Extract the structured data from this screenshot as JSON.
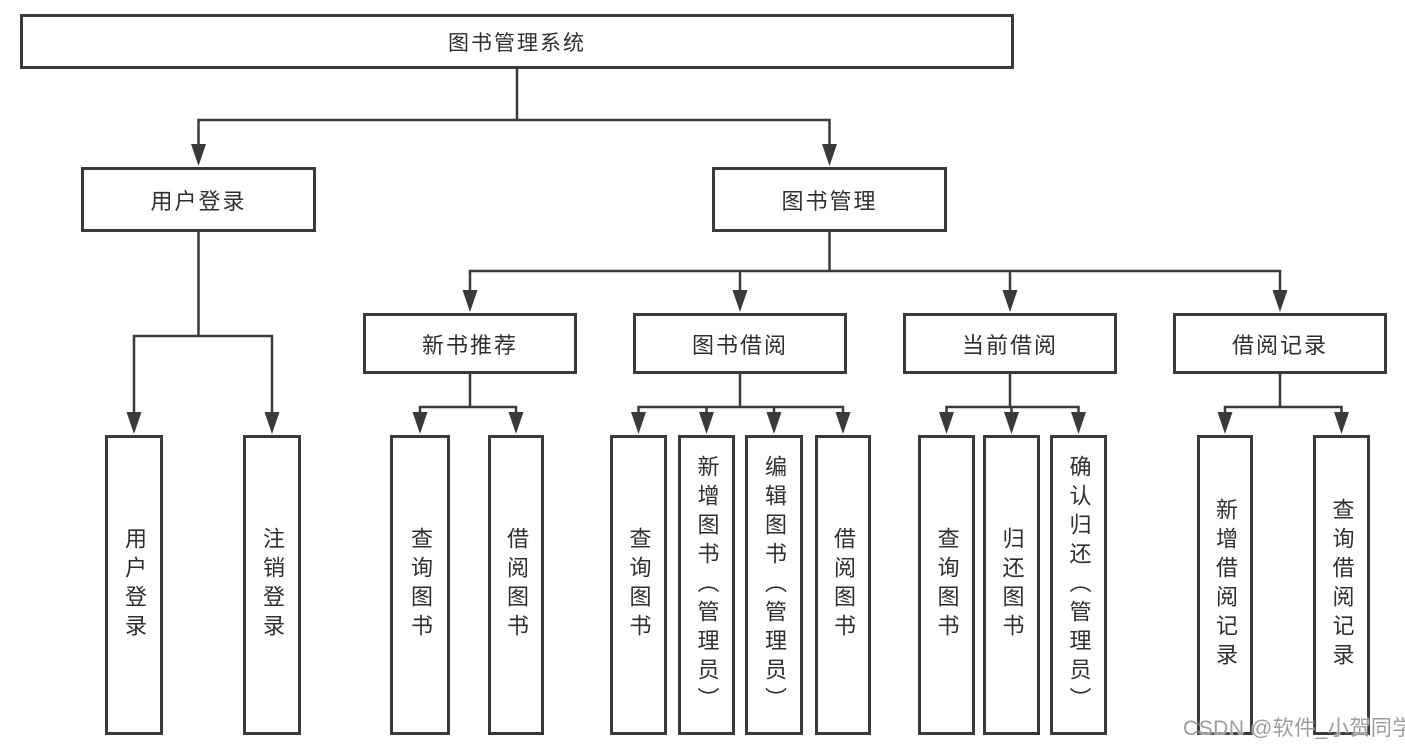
{
  "diagram": {
    "type": "hierarchy-diagram",
    "title": "图书管理系统",
    "watermark": "CSDN @软件_小贺同学",
    "colors": {
      "line": "#3a3a3a",
      "box_border": "#3a3a3a",
      "box_fill": "#ffffff",
      "text": "#2f2f2f",
      "background": "#ffffff",
      "watermark": "#9c9c9c"
    },
    "nodes": {
      "root": {
        "label": "图书管理系统"
      },
      "user-login": {
        "label": "用户登录"
      },
      "book-management": {
        "label": "图书管理"
      },
      "new-book-recommend": {
        "label": "新书推荐"
      },
      "book-borrow": {
        "label": "图书借阅"
      },
      "current-borrow": {
        "label": "当前借阅"
      },
      "borrow-records": {
        "label": "借阅记录"
      },
      "leaf-user-login": {
        "label": "用户登录"
      },
      "leaf-logout": {
        "label": "注销登录"
      },
      "leaf-query-book-1": {
        "label": "查询图书"
      },
      "leaf-borrow-book-1": {
        "label": "借阅图书"
      },
      "leaf-query-book-2": {
        "label": "查询图书"
      },
      "leaf-add-book": {
        "label": "新增图书（管理员）"
      },
      "leaf-edit-book": {
        "label": "编辑图书（管理员）"
      },
      "leaf-borrow-book-2": {
        "label": "借阅图书"
      },
      "leaf-query-book-3": {
        "label": "查询图书"
      },
      "leaf-return-book": {
        "label": "归还图书"
      },
      "leaf-confirm-return": {
        "label": "确认归还（管理员）"
      },
      "leaf-add-borrow-record": {
        "label": "新增借阅记录"
      },
      "leaf-query-borrow-record": {
        "label": "查询借阅记录"
      }
    },
    "edges": [
      [
        "root",
        "user-login"
      ],
      [
        "root",
        "book-management"
      ],
      [
        "user-login",
        "leaf-user-login"
      ],
      [
        "user-login",
        "leaf-logout"
      ],
      [
        "book-management",
        "new-book-recommend"
      ],
      [
        "book-management",
        "book-borrow"
      ],
      [
        "book-management",
        "current-borrow"
      ],
      [
        "book-management",
        "borrow-records"
      ],
      [
        "new-book-recommend",
        "leaf-query-book-1"
      ],
      [
        "new-book-recommend",
        "leaf-borrow-book-1"
      ],
      [
        "book-borrow",
        "leaf-query-book-2"
      ],
      [
        "book-borrow",
        "leaf-add-book"
      ],
      [
        "book-borrow",
        "leaf-edit-book"
      ],
      [
        "book-borrow",
        "leaf-borrow-book-2"
      ],
      [
        "current-borrow",
        "leaf-query-book-3"
      ],
      [
        "current-borrow",
        "leaf-return-book"
      ],
      [
        "current-borrow",
        "leaf-confirm-return"
      ],
      [
        "borrow-records",
        "leaf-add-borrow-record"
      ],
      [
        "borrow-records",
        "leaf-query-borrow-record"
      ]
    ]
  }
}
